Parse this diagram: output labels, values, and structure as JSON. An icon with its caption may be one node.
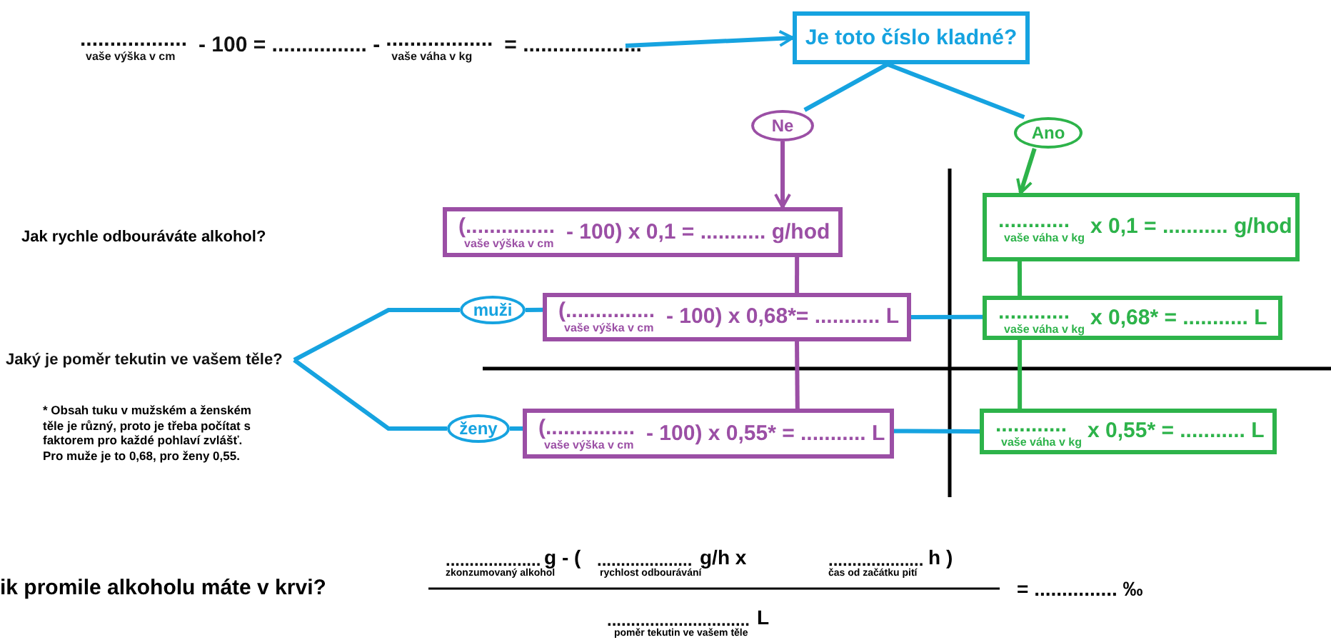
{
  "diagram": {
    "nodes": [
      {
        "text": [
          "..................",
          "vaše výška v cm",
          "- 100 = ................ -",
          "..................",
          "vaše váha v kg",
          "= ...................."
        ]
      },
      {
        "text": [
          "Je toto číslo kladné?"
        ]
      },
      {
        "text": [
          "Ne"
        ]
      },
      {
        "text": [
          "Ano"
        ]
      },
      {
        "text": [
          "(...............",
          "vaše výška v cm",
          "- 100) x 0,1 = ........... g/hod"
        ]
      },
      {
        "text": [
          "............",
          "vaše váha v kg",
          "x 0,1 = ........... g/hod"
        ]
      },
      {
        "text": [
          "muži"
        ]
      },
      {
        "text": [
          "(...............",
          "vaše výška v cm",
          "- 100) x 0,68*= ........... L"
        ]
      },
      {
        "text": [
          "............",
          "vaše váha v kg",
          "x 0,68* = ........... L"
        ]
      },
      {
        "text": [
          "ženy"
        ]
      },
      {
        "text": [
          "(...............",
          "vaše výška v cm",
          "- 100) x 0,55* = ........... L"
        ]
      },
      {
        "text": [
          "............",
          "vaše váha v kg",
          "x 0,55* = ........... L"
        ]
      },
      {
        "text": [
          "Jaký je poměr tekutin ve vašem těle?"
        ]
      }
    ],
    "edges": [
      {
        "from": 0,
        "to": 1,
        "arrow": "to"
      },
      {
        "from": 1,
        "to": 2,
        "arrow": "none"
      },
      {
        "from": 1,
        "to": 3,
        "arrow": "none"
      },
      {
        "from": 2,
        "to": 4,
        "arrow": "to",
        "color": "#9b4fa5"
      },
      {
        "from": 3,
        "to": 5,
        "arrow": "to",
        "color": "#2db34a"
      },
      {
        "from": 4,
        "to": 7,
        "arrow": "none",
        "color": "#9b4fa5"
      },
      {
        "from": 7,
        "to": 10,
        "arrow": "none",
        "color": "#9b4fa5"
      },
      {
        "from": 5,
        "to": 8,
        "arrow": "none",
        "color": "#2db34a"
      },
      {
        "from": 8,
        "to": 11,
        "arrow": "none",
        "color": "#2db34a"
      },
      {
        "from": 12,
        "to": 6,
        "arrow": "none"
      },
      {
        "from": 12,
        "to": 9,
        "arrow": "none"
      },
      {
        "from": 6,
        "to": 7,
        "arrow": "none"
      },
      {
        "from": 9,
        "to": 10,
        "arrow": "none"
      },
      {
        "from": 7,
        "to": 8,
        "arrow": "none"
      },
      {
        "from": 10,
        "to": 11,
        "arrow": "none"
      }
    ],
    "labels": [
      "Jak rychle odbouráváte alkohol?",
      "* Obsah tuku v mužském a ženském těle je různý, proto je třeba počítat s faktorem pro každé pohlaví zvlášť. Pro muže je to 0,68, pro ženy 0,55.",
      "ik promile alkoholu máte v krvi?",
      "....................",
      "zkonzumovaný alkohol",
      "g - (",
      "....................",
      "rychlost odbourávání",
      "g/h x",
      "....................",
      "čas od začátku pití",
      "h )",
      "..............................",
      "poměr tekutin ve vašem těle",
      "L",
      "= ............... ‰"
    ]
  }
}
